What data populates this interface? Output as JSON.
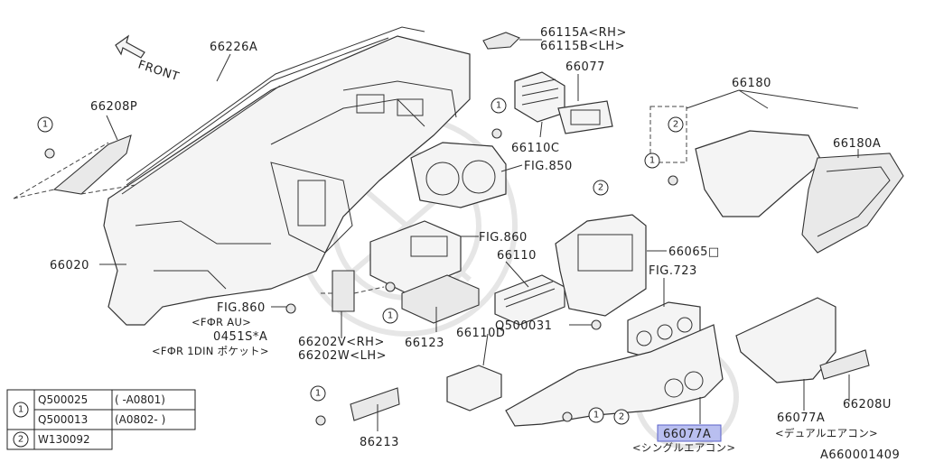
{
  "labels": {
    "front": "FRONT",
    "p66226A": "66226A",
    "p66115A": "66115A<RH>",
    "p66115B": "66115B<LH>",
    "p66077": "66077",
    "p66180": "66180",
    "p66208P": "66208P",
    "p66110C": "66110C",
    "fig850": "FIG.850",
    "p66180A": "66180A",
    "fig860a": "FIG.860",
    "p66110": "66110",
    "p66065": "66065□",
    "fig723": "FIG.723",
    "p66020": "66020",
    "fig860b": "FIG.860",
    "for_au": "<FФR AU>",
    "p0451": "0451S*A",
    "for_1din": "<FФR 1DIN ポケット>",
    "q500031": "Q500031",
    "p66202V": "66202V<RH>",
    "p66202W": "66202W<LH>",
    "p66123": "66123",
    "p66110D": "66110D",
    "p86213": "86213",
    "p66077A_hl": "66077A",
    "single_ac": "<シングルエアコン>",
    "p66077A_2": "66077A",
    "dual_ac": "<デュアルエアコン>",
    "p66208U": "66208U",
    "diagram_code": "A660001409"
  },
  "markers": {
    "one": "1",
    "two": "2"
  },
  "legend": {
    "rows": [
      {
        "marker": "1",
        "part": "Q500025",
        "range": "( -A0801)"
      },
      {
        "marker": "1",
        "part": "Q500013",
        "range": "(A0802- )"
      },
      {
        "marker": "2",
        "part": "W130092",
        "range": ""
      }
    ]
  },
  "colors": {
    "highlight_fill": "#b9bff0",
    "highlight_border": "#5a62c8"
  }
}
